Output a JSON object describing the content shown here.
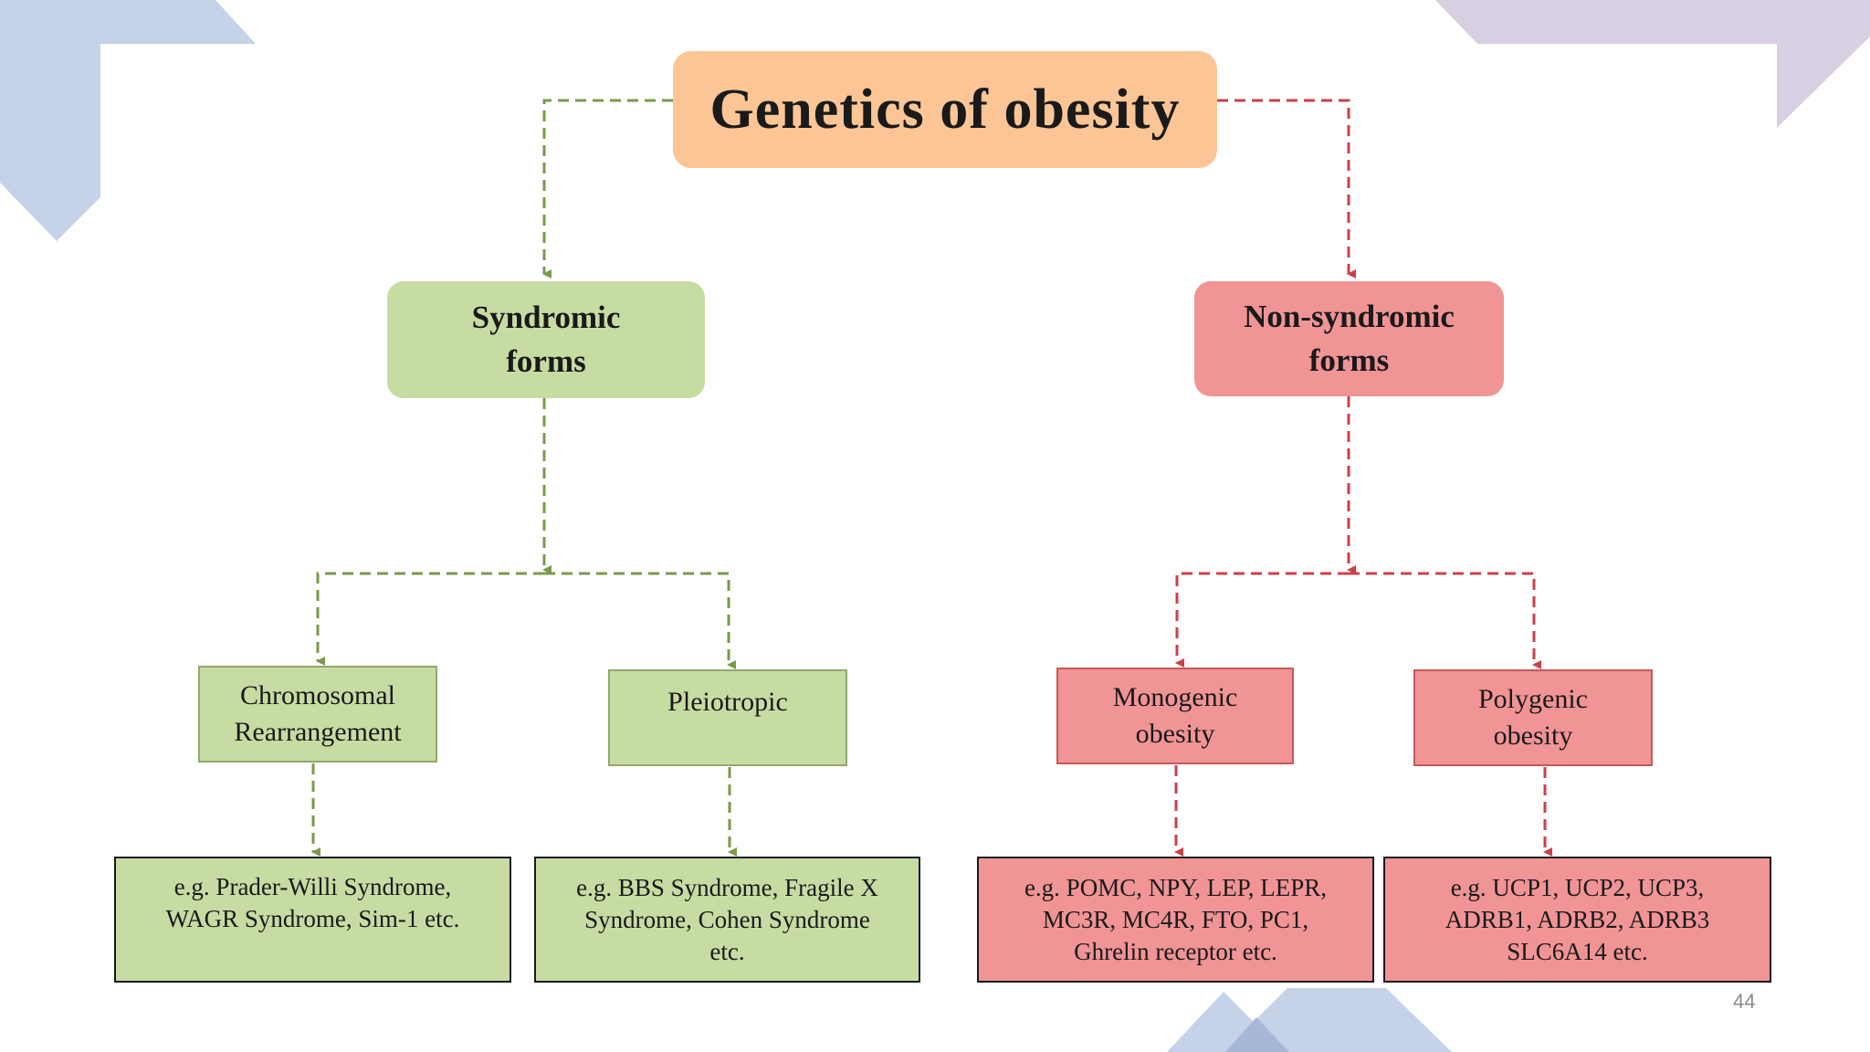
{
  "title": "Genetics of obesity",
  "branches": {
    "syndromic": {
      "label": "Syndromic\nforms",
      "children": [
        {
          "label": "Chromosomal\nRearrangement",
          "example": "e.g. Prader-Willi Syndrome,\nWAGR Syndrome, Sim-1 etc."
        },
        {
          "label": "Pleiotropic",
          "example": "e.g. BBS Syndrome, Fragile X\nSyndrome, Cohen Syndrome\netc."
        }
      ]
    },
    "non_syndromic": {
      "label": "Non-syndromic\nforms",
      "children": [
        {
          "label": "Monogenic\nobesity",
          "example": "e.g. POMC, NPY, LEP, LEPR,\nMC3R, MC4R, FTO, PC1,\nGhrelin receptor etc."
        },
        {
          "label": "Polygenic\nobesity",
          "example": "e.g. UCP1, UCP2, UCP3,\nADRB1, ADRB2, ADRB3\nSLC6A14 etc."
        }
      ]
    }
  },
  "page_number": "44",
  "colors": {
    "title_fill": "#fbc596",
    "green_fill": "#c7dca3",
    "green_arrow": "#7a9a4a",
    "red_fill": "#f19496",
    "red_arrow": "#c8424a",
    "deco_blue": "#c5d2e8",
    "deco_purple": "#d8cfe3"
  }
}
